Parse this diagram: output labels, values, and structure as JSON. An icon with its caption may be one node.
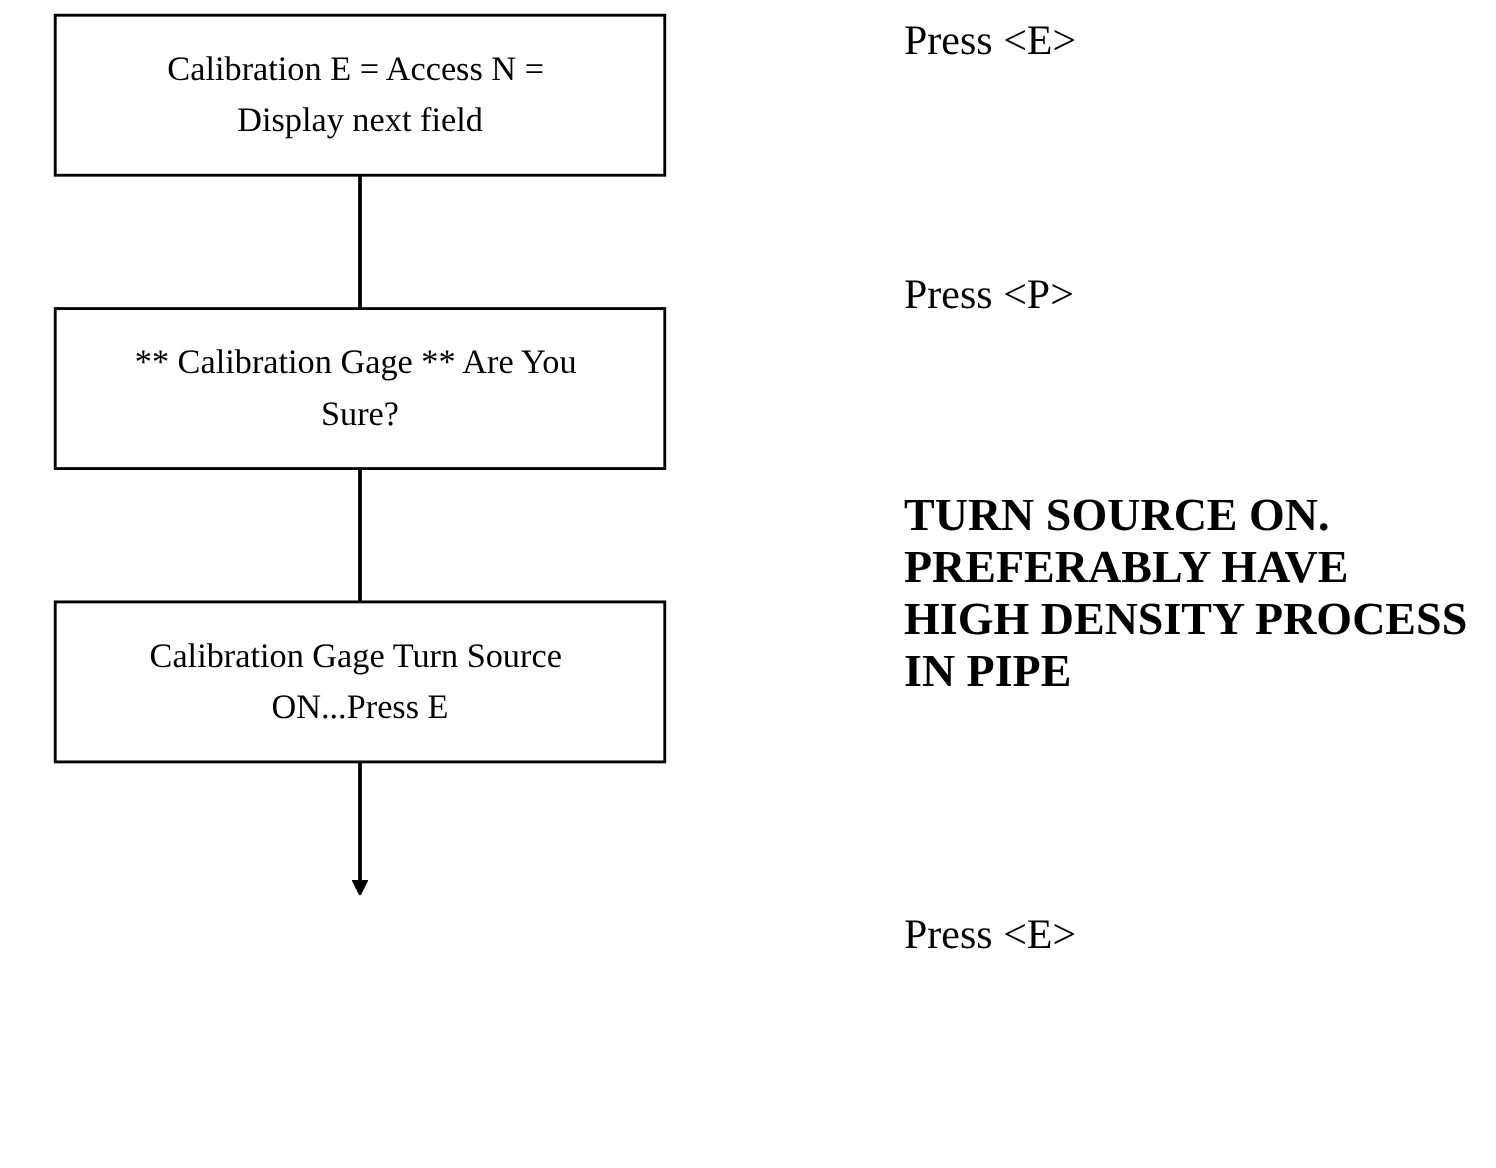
{
  "diagram": {
    "nodes": [
      {
        "text": [
          "Calibration E = Access N = Display next field"
        ]
      },
      {
        "text": [
          "** Calibration Gage ** Are You Sure?"
        ]
      },
      {
        "text": [
          "Calibration Gage Turn Source ON...Press E"
        ]
      }
    ],
    "edges": [
      {
        "from": 0,
        "to": 1,
        "arrow": "none"
      },
      {
        "from": 1,
        "to": 2,
        "arrow": "none"
      },
      {
        "from": 2,
        "to": null,
        "arrow": "to"
      }
    ],
    "labels": [
      "Press <E>",
      "Press <P>",
      "TURN SOURCE ON. PREFERABLY HAVE HIGH DENSITY PROCESS IN PIPE",
      "Press <E>"
    ]
  }
}
